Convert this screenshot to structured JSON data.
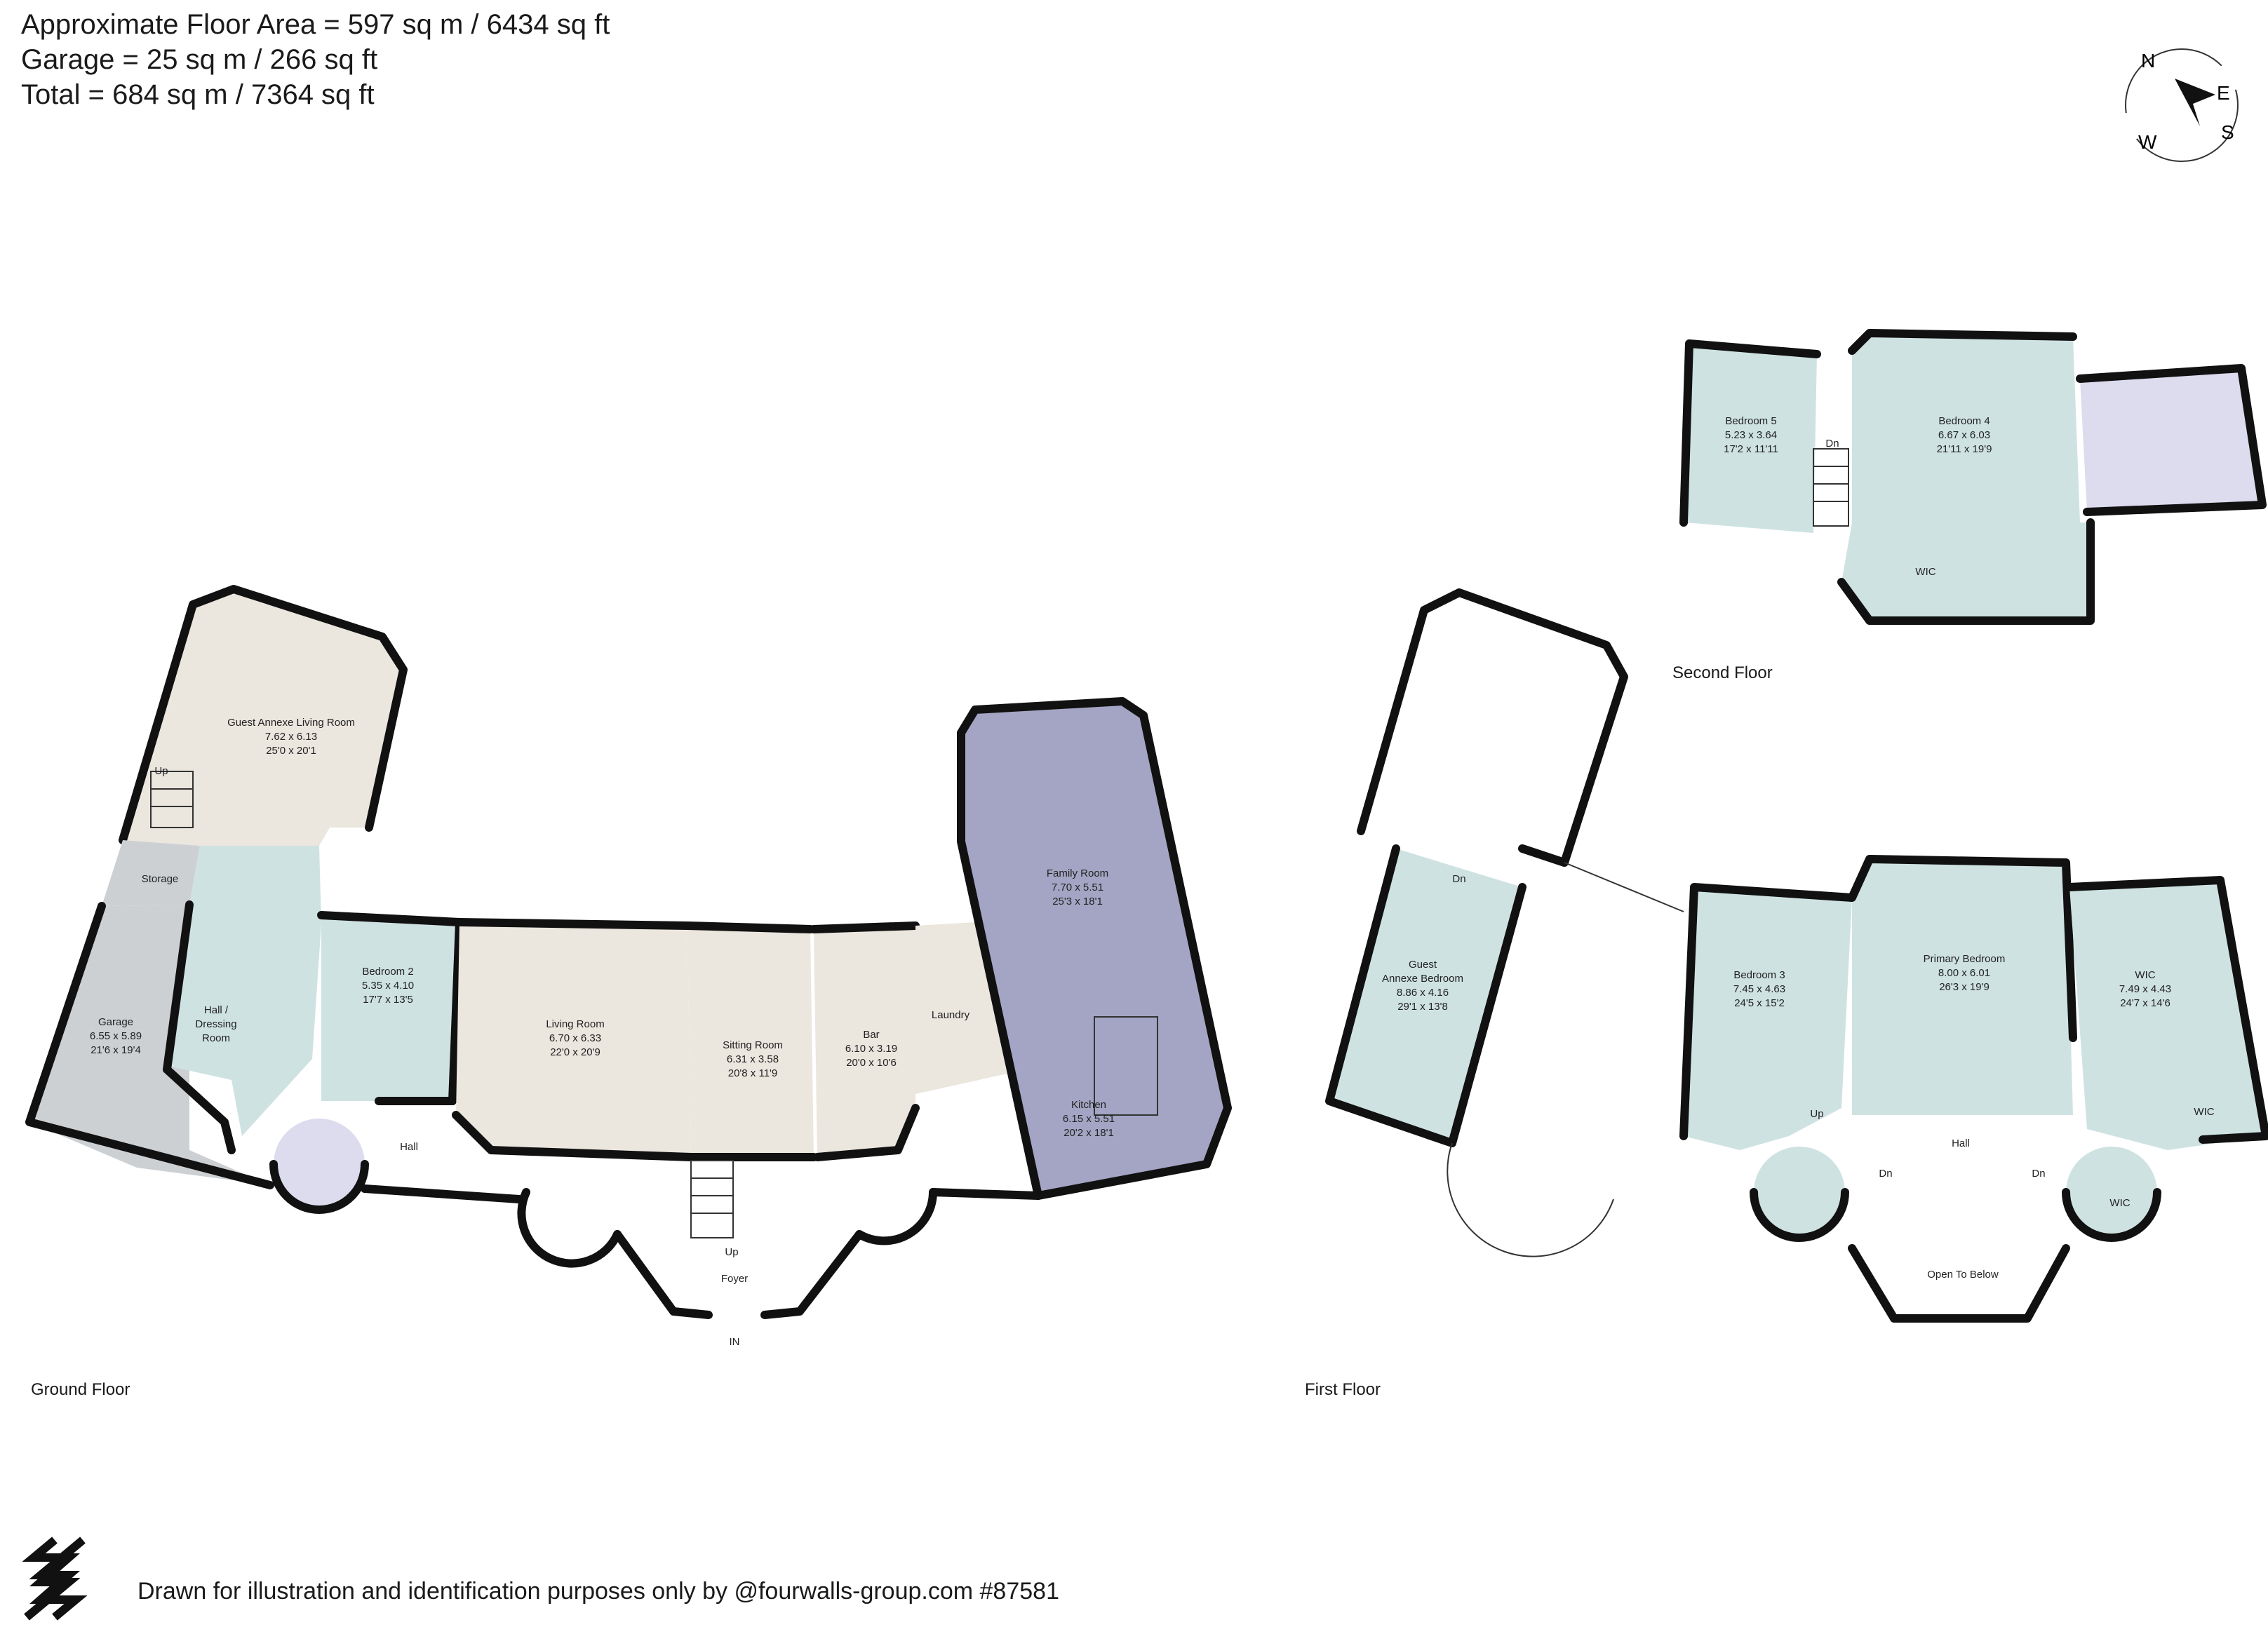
{
  "header": {
    "area_line": "Approximate Floor Area = 597 sq m / 6434 sq ft",
    "garage_line": "Garage = 25 sq m / 266 sq ft",
    "total_line": "Total = 684 sq m / 7364 sq ft"
  },
  "compass": {
    "n": "N",
    "e": "E",
    "s": "S",
    "w": "W",
    "icon": "compass-arrow-icon"
  },
  "floors": {
    "ground": "Ground Floor",
    "first": "First Floor",
    "second": "Second Floor"
  },
  "footer": {
    "text": "Drawn for illustration and identification purposes only by @fourwalls-group.com #87581",
    "logo_icon": "fourwalls-logo-icon"
  },
  "rooms": {
    "guest_living": {
      "name": "Guest Annexe Living Room",
      "m": "7.62 x 6.13",
      "ft": "25'0 x 20'1"
    },
    "storage": {
      "name": "Storage"
    },
    "garage": {
      "name": "Garage",
      "m": "6.55 x 5.89",
      "ft": "21'6 x 19'4"
    },
    "hall_dressing_1": "Hall /",
    "hall_dressing_2": "Dressing",
    "hall_dressing_3": "Room",
    "bedroom2": {
      "name": "Bedroom 2",
      "m": "5.35 x 4.10",
      "ft": "17'7 x 13'5"
    },
    "living": {
      "name": "Living Room",
      "m": "6.70 x 6.33",
      "ft": "22'0 x 20'9"
    },
    "sitting": {
      "name": "Sitting Room",
      "m": "6.31 x 3.58",
      "ft": "20'8 x 11'9"
    },
    "bar": {
      "name": "Bar",
      "m": "6.10 x 3.19",
      "ft": "20'0 x 10'6"
    },
    "laundry": {
      "name": "Laundry"
    },
    "family": {
      "name": "Family Room",
      "m": "7.70 x 5.51",
      "ft": "25'3 x 18'1"
    },
    "kitchen": {
      "name": "Kitchen",
      "m": "6.15 x 5.51",
      "ft": "20'2 x 18'1"
    },
    "hall_ground": "Hall",
    "foyer": "Foyer",
    "up_ground": "Up",
    "up_annexe": "Up",
    "in": "IN",
    "guest_bedroom_1": "Guest",
    "guest_bedroom_2": "Annexe Bedroom",
    "guest_bedroom_m": "8.86 x 4.16",
    "guest_bedroom_ft": "29'1 x 13'8",
    "dn_annexe": "Dn",
    "bedroom3": {
      "name": "Bedroom 3",
      "m": "7.45 x 4.63",
      "ft": "24'5 x 15'2"
    },
    "primary": {
      "name": "Primary Bedroom",
      "m": "8.00 x 6.01",
      "ft": "26'3 x 19'9"
    },
    "wic_first": {
      "name": "WIC",
      "m": "7.49 x 4.43",
      "ft": "24'7 x 14'6"
    },
    "wic_small": "WIC",
    "wic_round": "WIC",
    "hall_first": "Hall",
    "up_first": "Up",
    "dn_first_a": "Dn",
    "dn_first_b": "Dn",
    "open_below": "Open To Below",
    "bedroom5": {
      "name": "Bedroom 5",
      "m": "5.23 x 3.64",
      "ft": "17'2 x 11'11"
    },
    "bedroom4": {
      "name": "Bedroom 4",
      "m": "6.67 x 6.03",
      "ft": "21'11 x 19'9"
    },
    "dn_second": "Dn",
    "wic_second": "WIC"
  }
}
